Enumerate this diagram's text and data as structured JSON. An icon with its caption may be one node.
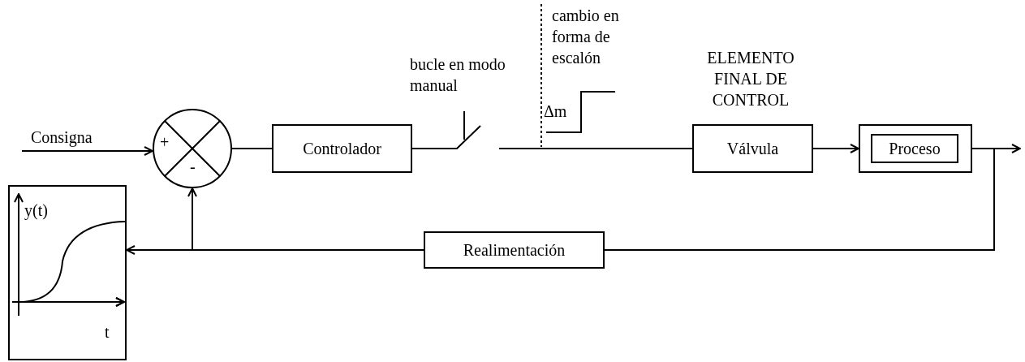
{
  "diagram": {
    "nodes": [
      {
        "text": [
          "+",
          "-"
        ]
      },
      {
        "text": [
          "Controlador"
        ]
      },
      {
        "text": [],
        "shape": "switch",
        "beside": [
          "bucle en modo manual"
        ]
      },
      {
        "text": [
          "Válvula"
        ],
        "beside": [
          "ELEMENTO FINAL DE CONTROL"
        ]
      },
      {
        "text": [],
        "shape": "box"
      },
      {
        "text": [
          "Proceso"
        ],
        "in": 4
      },
      {
        "text": [
          "Realimentación"
        ]
      },
      {
        "text": [
          "y(t)",
          "t"
        ]
      }
    ],
    "edges": [
      {
        "from": null,
        "to": 0,
        "arrow": "to",
        "label": "Consigna"
      },
      {
        "from": 0,
        "to": 1,
        "arrow": "none"
      },
      {
        "from": 1,
        "to": 2,
        "arrow": "none"
      },
      {
        "from": 2,
        "to": 3,
        "arrow": "none"
      },
      {
        "from": 3,
        "to": 4,
        "arrow": "to"
      },
      {
        "from": 4,
        "to": null,
        "arrow": "to"
      },
      {
        "from": 4,
        "to": 6,
        "arrow": "none"
      },
      {
        "from": 6,
        "to": 7,
        "arrow": "to"
      },
      {
        "from": 6,
        "to": 0,
        "arrow": "to"
      }
    ],
    "labels": [
      "cambio en forma de escalón",
      "Δm"
    ]
  }
}
